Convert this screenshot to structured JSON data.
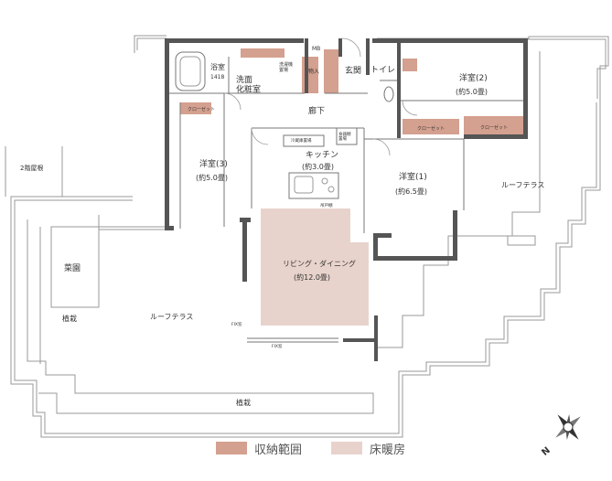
{
  "rooms": {
    "bath": "浴室",
    "bath_size": "1418",
    "washroom": "洗面\n化粧室",
    "laundry": "洗濯機\n置場",
    "shoe_closet": "物入",
    "entrance": "玄関",
    "toilet": "トイレ",
    "mb": "MB",
    "hallway": "廊下",
    "room2": "洋室(2)",
    "room2_size": "(約5.0畳)",
    "room3": "洋室(3)",
    "room3_size": "(約5.0畳)",
    "room1": "洋室(1)",
    "room1_size": "(約6.5畳)",
    "kitchen": "キッチン",
    "kitchen_size": "(約3.0畳)",
    "living": "リビング・ダイニング",
    "living_size": "(約12.0畳)",
    "closet": "クローゼット",
    "roof_terrace": "ルーフテラス",
    "vegetable_garden": "菜園",
    "planting": "植栽",
    "second_floor_roof": "2階屋根",
    "pantry": "冷蔵庫置場",
    "storage": "食器棚\n置場",
    "sash": "FIX窓",
    "cabinet": "吊戸棚"
  },
  "legend": {
    "storage_label": "収納範囲",
    "floor_heating_label": "床暖房"
  },
  "colors": {
    "storage": "#d4a08f",
    "floor_heating": "#e8d3cc",
    "wall": "#555555"
  },
  "compass": {
    "north_label": "N"
  }
}
